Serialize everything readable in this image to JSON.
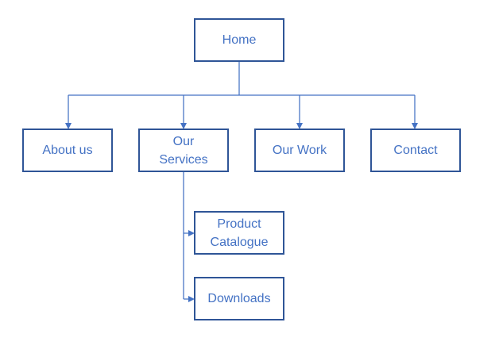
{
  "colors": {
    "box_border": "#2f5597",
    "text": "#4472c4",
    "connector": "#4472c4",
    "background": "#ffffff"
  },
  "nodes": {
    "home": {
      "lines": [
        "Home"
      ]
    },
    "about": {
      "lines": [
        "About us"
      ]
    },
    "services": {
      "lines": [
        "Our",
        "Services"
      ]
    },
    "work": {
      "lines": [
        "Our Work"
      ]
    },
    "contact": {
      "lines": [
        "Contact"
      ]
    },
    "catalogue": {
      "lines": [
        "Product",
        "Catalogue"
      ]
    },
    "downloads": {
      "lines": [
        "Downloads"
      ]
    }
  },
  "edges": [
    {
      "from": "home",
      "to": "about"
    },
    {
      "from": "home",
      "to": "services"
    },
    {
      "from": "home",
      "to": "work"
    },
    {
      "from": "home",
      "to": "contact"
    },
    {
      "from": "services",
      "to": "catalogue"
    },
    {
      "from": "services",
      "to": "downloads"
    }
  ]
}
